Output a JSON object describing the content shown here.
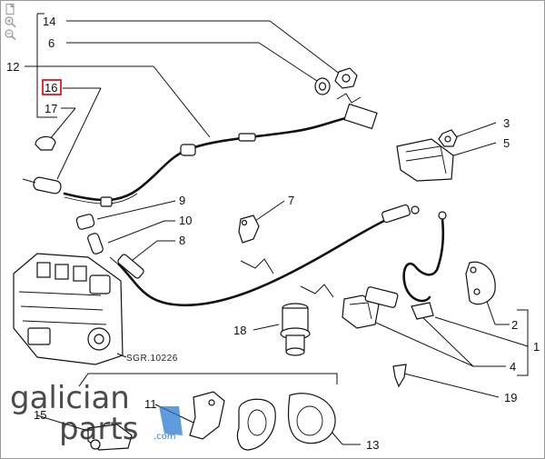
{
  "toolbar": {
    "tools": [
      {
        "name": "page-icon"
      },
      {
        "name": "zoom-in-icon"
      },
      {
        "name": "zoom-out-icon"
      }
    ]
  },
  "diagram": {
    "callouts": {
      "c14": "14",
      "c6": "6",
      "c12": "12",
      "c16": "16",
      "c17": "17",
      "c3": "3",
      "c5": "5",
      "c9": "9",
      "c7": "7",
      "c10": "10",
      "c8": "8",
      "c18": "18",
      "c2": "2",
      "c1": "1",
      "c4": "4",
      "c19": "19",
      "c15": "15",
      "c11": "11",
      "c13": "13"
    },
    "caption": "SGR.10226",
    "highlighted_callout": "16"
  },
  "watermark": {
    "line1": "galician",
    "line2": "parts",
    "suffix": ".com",
    "accent_color": "#2b7bd0"
  },
  "colors": {
    "line": "#111111",
    "highlight": "#d40000"
  }
}
